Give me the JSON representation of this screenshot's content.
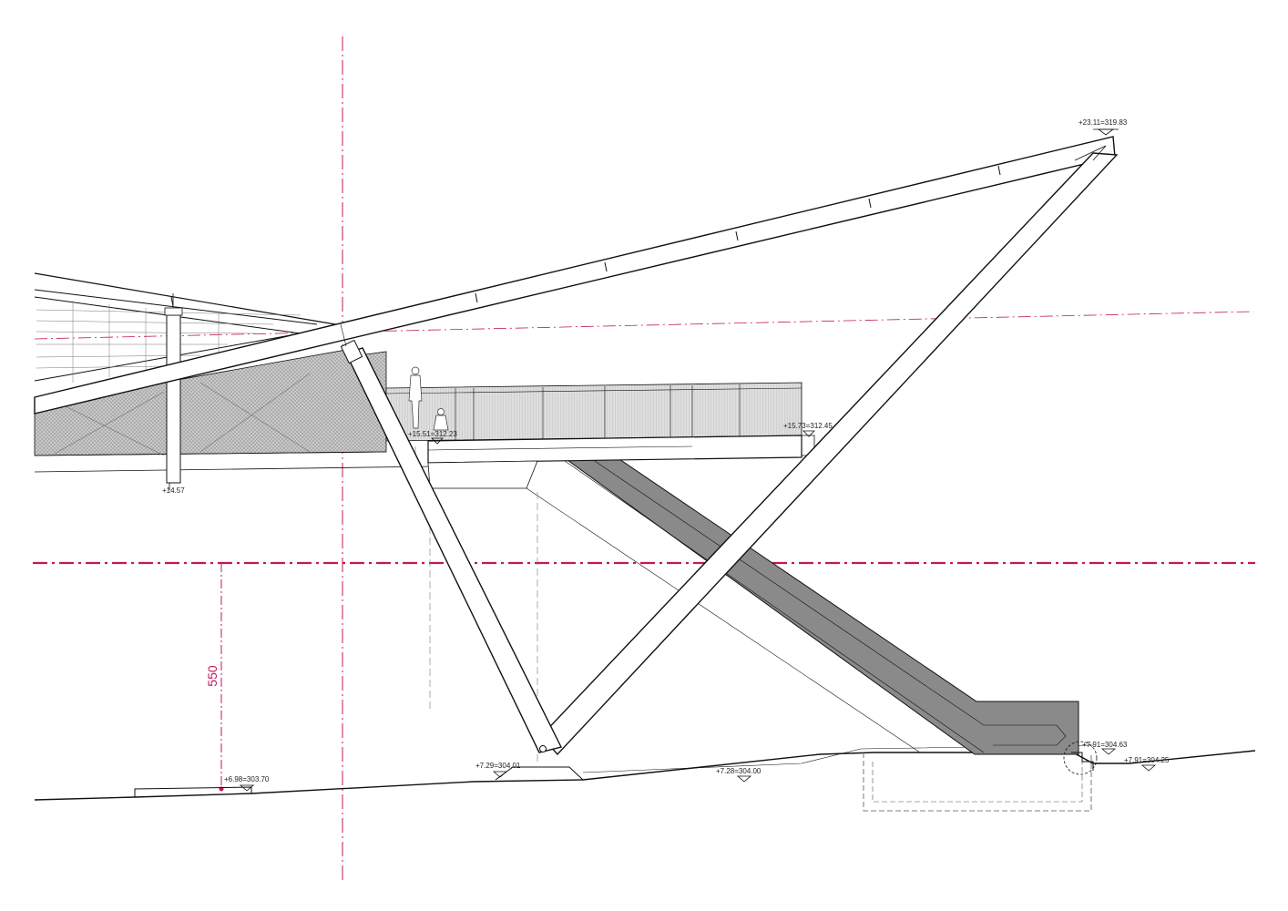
{
  "colors": {
    "line": "#111111",
    "axis": "#c2185b",
    "escalator": "#8a8a8a",
    "mesh": "#bdbdbd",
    "glass": "#d6d6d6"
  },
  "levels": {
    "top": "+23.11=319.83",
    "deck": "+15.51=312.23",
    "deck_right": "+15.73=312.45",
    "column_base": "+14.57",
    "ground_left": "+6.98=303.70",
    "support": "+7.29=304.01",
    "ground_mid": "+7.28=304.00",
    "escalator_foot": "+7.91=304.63",
    "ground_right": "+7.91=304.25"
  },
  "dimension": {
    "height_value": "550"
  }
}
